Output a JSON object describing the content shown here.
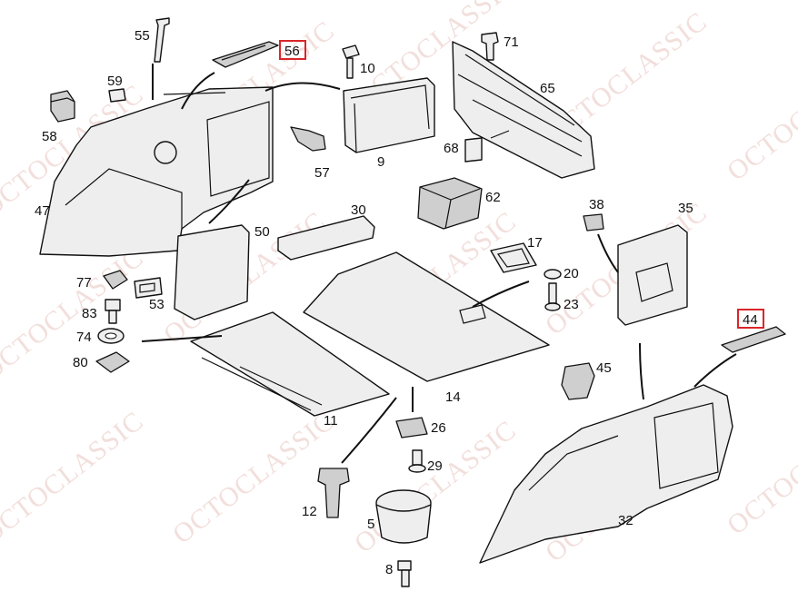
{
  "watermark": {
    "text": "OCTOCLASSIC",
    "color": "#e9c6c1"
  },
  "highlight_color": "#d9262a",
  "callouts": [
    {
      "id": "1",
      "label": "55"
    },
    {
      "id": "2",
      "label": "56",
      "highlighted": true
    },
    {
      "id": "3",
      "label": "10"
    },
    {
      "id": "4",
      "label": "71"
    },
    {
      "id": "5",
      "label": "59"
    },
    {
      "id": "6",
      "label": "65"
    },
    {
      "id": "7",
      "label": "58"
    },
    {
      "id": "8",
      "label": "57"
    },
    {
      "id": "9",
      "label": "9"
    },
    {
      "id": "10",
      "label": "68"
    },
    {
      "id": "11",
      "label": "62"
    },
    {
      "id": "12",
      "label": "47"
    },
    {
      "id": "13",
      "label": "30"
    },
    {
      "id": "14",
      "label": "38"
    },
    {
      "id": "15",
      "label": "35"
    },
    {
      "id": "16",
      "label": "50"
    },
    {
      "id": "17",
      "label": "17"
    },
    {
      "id": "18",
      "label": "20"
    },
    {
      "id": "19",
      "label": "77"
    },
    {
      "id": "20",
      "label": "53"
    },
    {
      "id": "21",
      "label": "23"
    },
    {
      "id": "22",
      "label": "83"
    },
    {
      "id": "23",
      "label": "44",
      "highlighted": true
    },
    {
      "id": "24",
      "label": "74"
    },
    {
      "id": "25",
      "label": "80"
    },
    {
      "id": "26",
      "label": "45"
    },
    {
      "id": "27",
      "label": "14"
    },
    {
      "id": "28",
      "label": "11"
    },
    {
      "id": "29",
      "label": "26"
    },
    {
      "id": "30",
      "label": "29"
    },
    {
      "id": "31",
      "label": "12"
    },
    {
      "id": "32",
      "label": "32"
    },
    {
      "id": "33",
      "label": "5"
    },
    {
      "id": "34",
      "label": "8"
    }
  ]
}
